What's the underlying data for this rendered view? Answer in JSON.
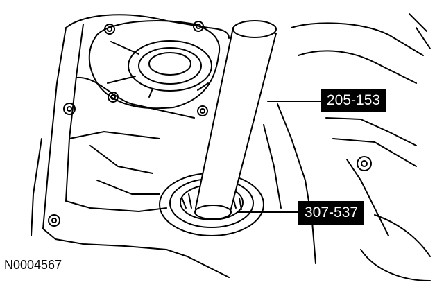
{
  "callouts": {
    "tool_top": "205-153",
    "tool_bottom": "307-537"
  },
  "figure_id": "N0004567",
  "colors": {
    "line": "#000000",
    "label_bg": "#000000",
    "label_text": "#ffffff",
    "background": "#ffffff"
  }
}
